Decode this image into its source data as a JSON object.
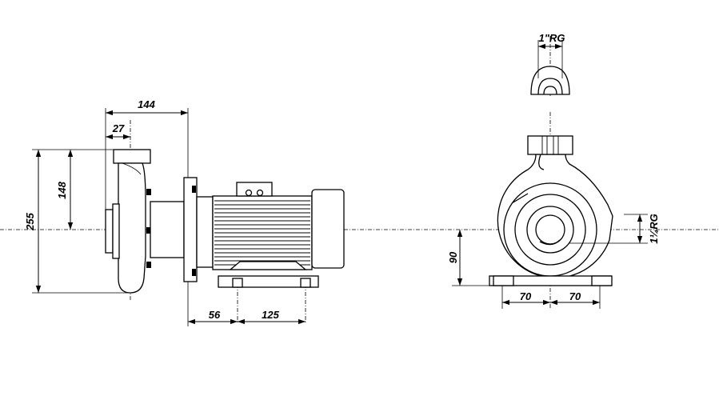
{
  "dimensions": {
    "suction_offset": "144",
    "suction_flange": "27",
    "discharge_height": "148",
    "overall_height": "255",
    "foot_front": "56",
    "foot_spacing": "125",
    "shaft_height": "90",
    "foot_left": "70",
    "foot_right": "70",
    "thread_top": "1\"RG",
    "thread_side": "1¼RG"
  }
}
